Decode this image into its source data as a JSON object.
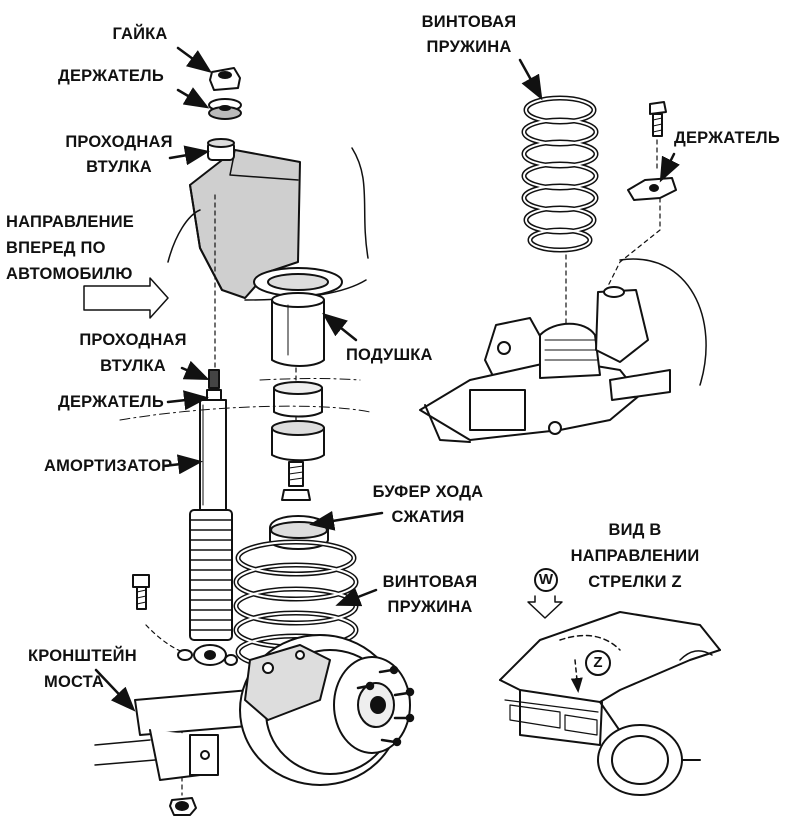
{
  "labels": {
    "nut": "ГАЙКА",
    "holder_top": "ДЕРЖАТЕЛЬ",
    "bushing_top_1": "ПРОХОДНАЯ",
    "bushing_top_2": "ВТУЛКА",
    "direction_1": "НАПРАВЛЕНИЕ",
    "direction_2": "ВПЕРЕД ПО",
    "direction_3": "АВТОМОБИЛЮ",
    "bushing_mid_1": "ПРОХОДНАЯ",
    "bushing_mid_2": "ВТУЛКА",
    "holder_mid": "ДЕРЖАТЕЛЬ",
    "shock": "АМОРТИЗАТОР",
    "bracket_1": "КРОНШТЕЙН",
    "bracket_2": "МОСТА",
    "spring_top_1": "ВИНТОВАЯ",
    "spring_top_2": "ПРУЖИНА",
    "holder_right": "ДЕРЖАТЕЛЬ",
    "cushion": "ПОДУШКА",
    "bumper_1": "БУФЕР ХОДА",
    "bumper_2": "СЖАТИЯ",
    "spring_low_1": "ВИНТОВАЯ",
    "spring_low_2": "ПРУЖИНА",
    "view_1": "ВИД В",
    "view_2": "НАПРАВЛЕНИИ",
    "view_3": "СТРЕЛКИ Z",
    "mark_w": "W",
    "mark_z": "Z"
  }
}
